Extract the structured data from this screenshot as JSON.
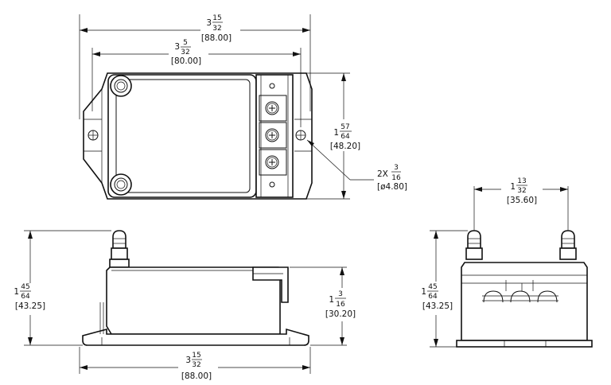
{
  "dimensions": {
    "top_overall_width": {
      "whole": "3",
      "num": "15",
      "den": "32",
      "metric": "[88.00]"
    },
    "top_inner_width": {
      "whole": "3",
      "num": "5",
      "den": "32",
      "metric": "[80.00]"
    },
    "top_height": {
      "whole": "1",
      "num": "57",
      "den": "64",
      "metric": "[48.20]"
    },
    "hole": {
      "prefix": "2X",
      "num": "3",
      "den": "16",
      "metric": "[ø4.80]"
    },
    "side_total_height": {
      "whole": "1",
      "num": "45",
      "den": "64",
      "metric": "[43.25]"
    },
    "side_body_height": {
      "whole": "1",
      "num": "3",
      "den": "16",
      "metric": "[30.20]"
    },
    "side_width": {
      "whole": "3",
      "num": "15",
      "den": "32",
      "metric": "[88.00]"
    },
    "end_fitting_spacing": {
      "whole": "1",
      "num": "13",
      "den": "32",
      "metric": "[35.60]"
    },
    "end_total_height": {
      "whole": "1",
      "num": "45",
      "den": "64",
      "metric": "[43.25]"
    }
  }
}
